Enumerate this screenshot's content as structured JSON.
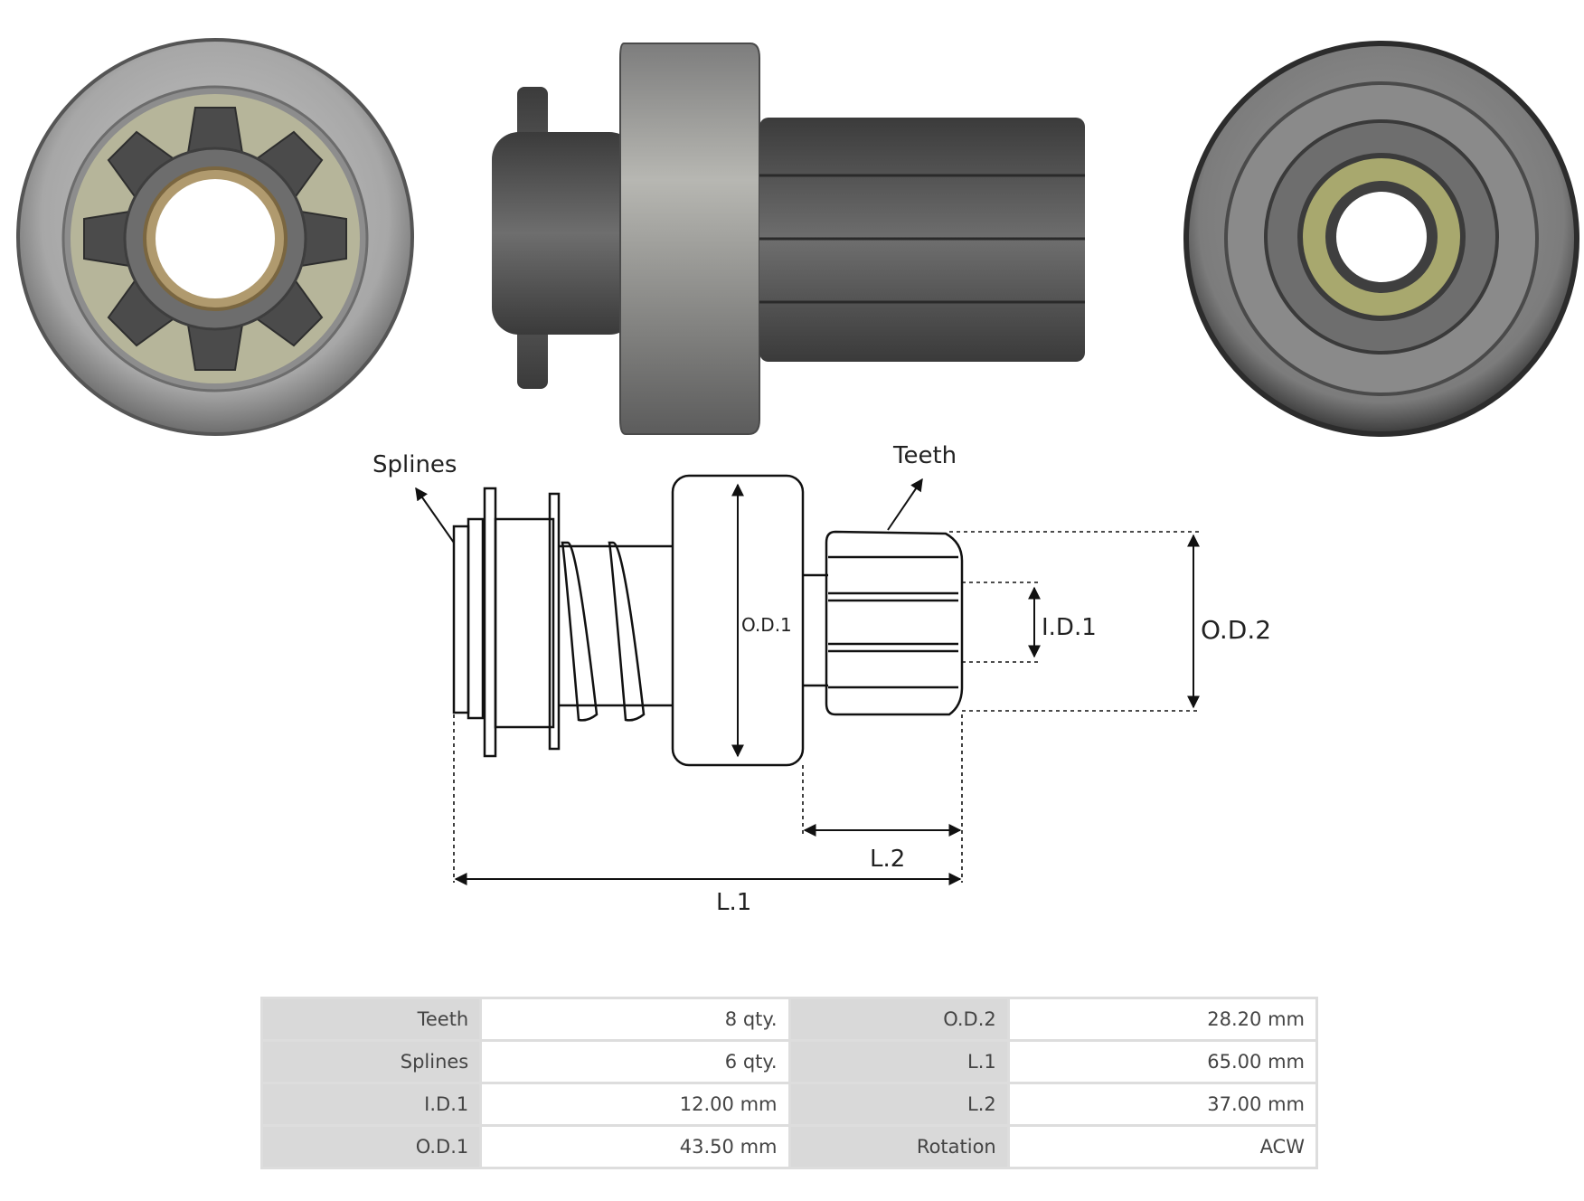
{
  "diagram": {
    "labels": {
      "splines": "Splines",
      "teeth": "Teeth",
      "od1": "O.D.1",
      "id1": "I.D.1",
      "od2": "O.D.2",
      "l1": "L.1",
      "l2": "L.2"
    }
  },
  "specs": [
    {
      "k1": "Teeth",
      "v1": "8 qty.",
      "k2": "O.D.2",
      "v2": "28.20 mm"
    },
    {
      "k1": "Splines",
      "v1": "6 qty.",
      "k2": "L.1",
      "v2": "65.00 mm"
    },
    {
      "k1": "I.D.1",
      "v1": "12.00 mm",
      "k2": "L.2",
      "v2": "37.00 mm"
    },
    {
      "k1": "O.D.1",
      "v1": "43.50 mm",
      "k2": "Rotation",
      "v2": "ACW"
    }
  ]
}
